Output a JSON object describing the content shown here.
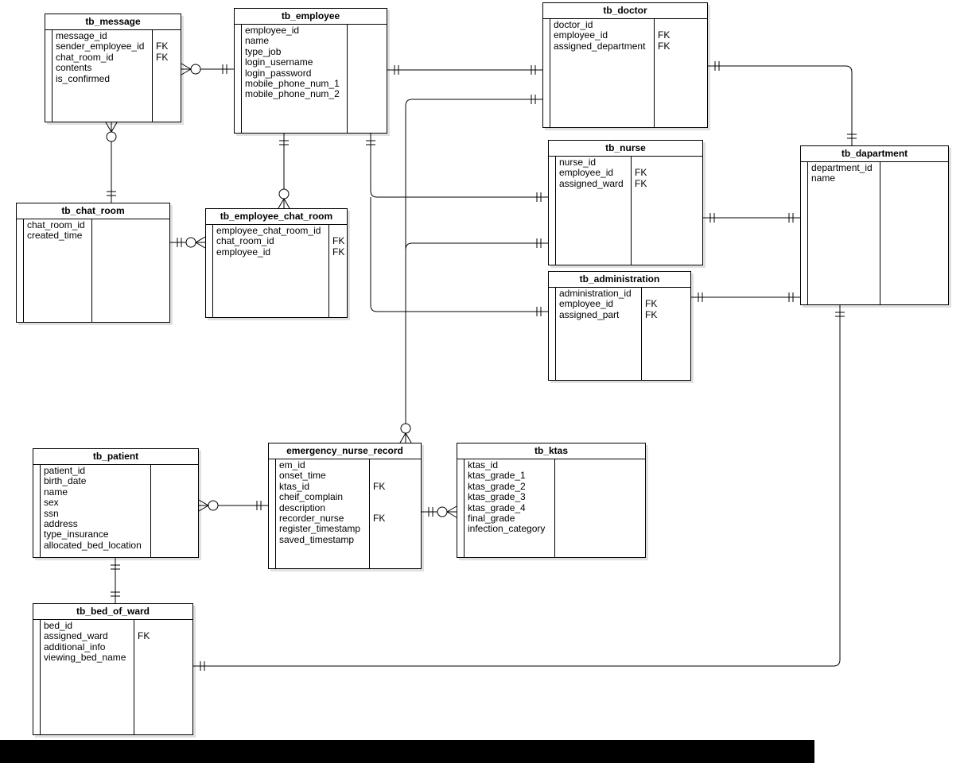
{
  "diagram": {
    "entities": [
      {
        "id": "tb_message",
        "title": "tb_message",
        "attributes": [
          "message_id",
          "sender_employee_id",
          "chat_room_id",
          "contents",
          "is_confirmed"
        ],
        "types": [
          "",
          "FK",
          "FK",
          "",
          ""
        ]
      },
      {
        "id": "tb_employee",
        "title": "tb_employee",
        "attributes": [
          "employee_id",
          "name",
          "type_job",
          "login_username",
          "login_password",
          "mobile_phone_num_1",
          "mobile_phone_num_2"
        ],
        "types": [
          "",
          "",
          "",
          "",
          "",
          "",
          ""
        ]
      },
      {
        "id": "tb_doctor",
        "title": "tb_doctor",
        "attributes": [
          "doctor_id",
          "employee_id",
          "assigned_department"
        ],
        "types": [
          "",
          "FK",
          "FK"
        ]
      },
      {
        "id": "tb_nurse",
        "title": "tb_nurse",
        "attributes": [
          "nurse_id",
          "employee_id",
          "assigned_ward"
        ],
        "types": [
          "",
          "FK",
          "FK"
        ]
      },
      {
        "id": "tb_dapartment",
        "title": "tb_dapartment",
        "attributes": [
          "department_id",
          "name"
        ],
        "types": [
          "",
          ""
        ]
      },
      {
        "id": "tb_chat_room",
        "title": "tb_chat_room",
        "attributes": [
          "chat_room_id",
          "created_time"
        ],
        "types": [
          "",
          ""
        ]
      },
      {
        "id": "tb_employee_chat_room",
        "title": "tb_employee_chat_room",
        "attributes": [
          "employee_chat_room_id",
          "chat_room_id",
          "employee_id"
        ],
        "types": [
          "",
          "FK",
          "FK"
        ]
      },
      {
        "id": "tb_administration",
        "title": "tb_administration",
        "attributes": [
          "administration_id",
          "employee_id",
          "assigned_part"
        ],
        "types": [
          "",
          "FK",
          "FK"
        ]
      },
      {
        "id": "tb_patient",
        "title": "tb_patient",
        "attributes": [
          "patient_id",
          "birth_date",
          "name",
          "sex",
          "ssn",
          "address",
          "type_insurance",
          "allocated_bed_location"
        ],
        "types": [
          "",
          "",
          "",
          "",
          "",
          "",
          "",
          ""
        ]
      },
      {
        "id": "emergency_nurse_record",
        "title": "emergency_nurse_record",
        "attributes": [
          "em_id",
          "onset_time",
          "ktas_id",
          "cheif_complain",
          "description",
          "recorder_nurse",
          "register_timestamp",
          "saved_timestamp"
        ],
        "types": [
          "",
          "",
          "FK",
          "",
          "",
          "FK",
          "",
          ""
        ]
      },
      {
        "id": "tb_ktas",
        "title": "tb_ktas",
        "attributes": [
          "ktas_id",
          "ktas_grade_1",
          "ktas_grade_2",
          "ktas_grade_3",
          "ktas_grade_4",
          "final_grade",
          "infection_category"
        ],
        "types": [
          "",
          "",
          "",
          "",
          "",
          "",
          ""
        ]
      },
      {
        "id": "tb_bed_of_ward",
        "title": "tb_bed_of_ward",
        "attributes": [
          "bed_id",
          "assigned_ward",
          "additional_info",
          "viewing_bed_name"
        ],
        "types": [
          "",
          "FK",
          "",
          ""
        ]
      }
    ],
    "relationships": [
      {
        "from": "tb_message",
        "to": "tb_employee",
        "from_end": "zero-or-many",
        "to_end": "one-and-only-one"
      },
      {
        "from": "tb_message",
        "to": "tb_chat_room",
        "from_end": "zero-or-many",
        "to_end": "one-and-only-one"
      },
      {
        "from": "tb_employee",
        "to": "tb_employee_chat_room",
        "from_end": "one-and-only-one",
        "to_end": "zero-or-many"
      },
      {
        "from": "tb_chat_room",
        "to": "tb_employee_chat_room",
        "from_end": "one-and-only-one",
        "to_end": "zero-or-many"
      },
      {
        "from": "tb_employee",
        "to": "tb_doctor",
        "from_end": "one-and-only-one",
        "to_end": "one-and-only-one"
      },
      {
        "from": "tb_employee",
        "to": "tb_nurse",
        "from_end": "one-and-only-one",
        "to_end": "one-and-only-one"
      },
      {
        "from": "tb_employee",
        "to": "tb_administration",
        "from_end": "one-and-only-one",
        "to_end": "one-and-only-one"
      },
      {
        "from": "tb_doctor",
        "to": "tb_dapartment",
        "from_end": "one-and-only-one",
        "to_end": "one-and-only-one"
      },
      {
        "from": "tb_nurse",
        "to": "tb_dapartment",
        "from_end": "one-and-only-one",
        "to_end": "one-and-only-one"
      },
      {
        "from": "tb_administration",
        "to": "tb_dapartment",
        "from_end": "one-and-only-one",
        "to_end": "one-and-only-one"
      },
      {
        "from": "tb_doctor",
        "to": "emergency_nurse_record",
        "from_end": "one-and-only-one",
        "to_end": "zero-or-many"
      },
      {
        "from": "tb_nurse",
        "to": "emergency_nurse_record",
        "from_end": "one-and-only-one",
        "to_end": "zero-or-many"
      },
      {
        "from": "tb_patient",
        "to": "emergency_nurse_record",
        "from_end": "zero-or-many",
        "to_end": "one-and-only-one"
      },
      {
        "from": "emergency_nurse_record",
        "to": "tb_ktas",
        "from_end": "one-and-only-one",
        "to_end": "zero-or-many"
      },
      {
        "from": "tb_patient",
        "to": "tb_bed_of_ward",
        "from_end": "one-and-only-one",
        "to_end": "one-and-only-one"
      },
      {
        "from": "tb_bed_of_ward",
        "to": "tb_dapartment",
        "from_end": "one-and-only-one",
        "to_end": "one-and-only-one"
      }
    ]
  }
}
